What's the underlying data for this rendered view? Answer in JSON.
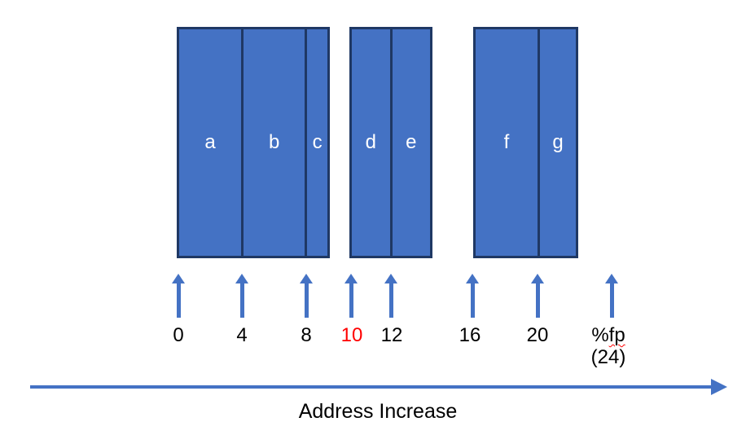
{
  "diagram": {
    "title_hint": "memory layout diagram",
    "groups": [
      {
        "cells": [
          "a",
          "b",
          "c"
        ]
      },
      {
        "cells": [
          "d",
          "e"
        ]
      },
      {
        "cells": [
          "f",
          "g"
        ]
      }
    ],
    "addresses": [
      {
        "label": "0"
      },
      {
        "label": "4"
      },
      {
        "label": "8"
      },
      {
        "label": "10"
      },
      {
        "label": "12"
      },
      {
        "label": "16"
      },
      {
        "label": "20"
      },
      {
        "prefix": "%",
        "word": "fp",
        "sub": "(24)"
      }
    ],
    "axis_label": "Address Increase",
    "colors": {
      "block_fill": "#4472C4",
      "block_border": "#1F3864",
      "arrow_blue": "#4472C4",
      "highlight_red": "#FF0000",
      "squiggle_red": "#FF0000",
      "cell_text": "#FFFFFF",
      "label_text": "#000000"
    }
  }
}
